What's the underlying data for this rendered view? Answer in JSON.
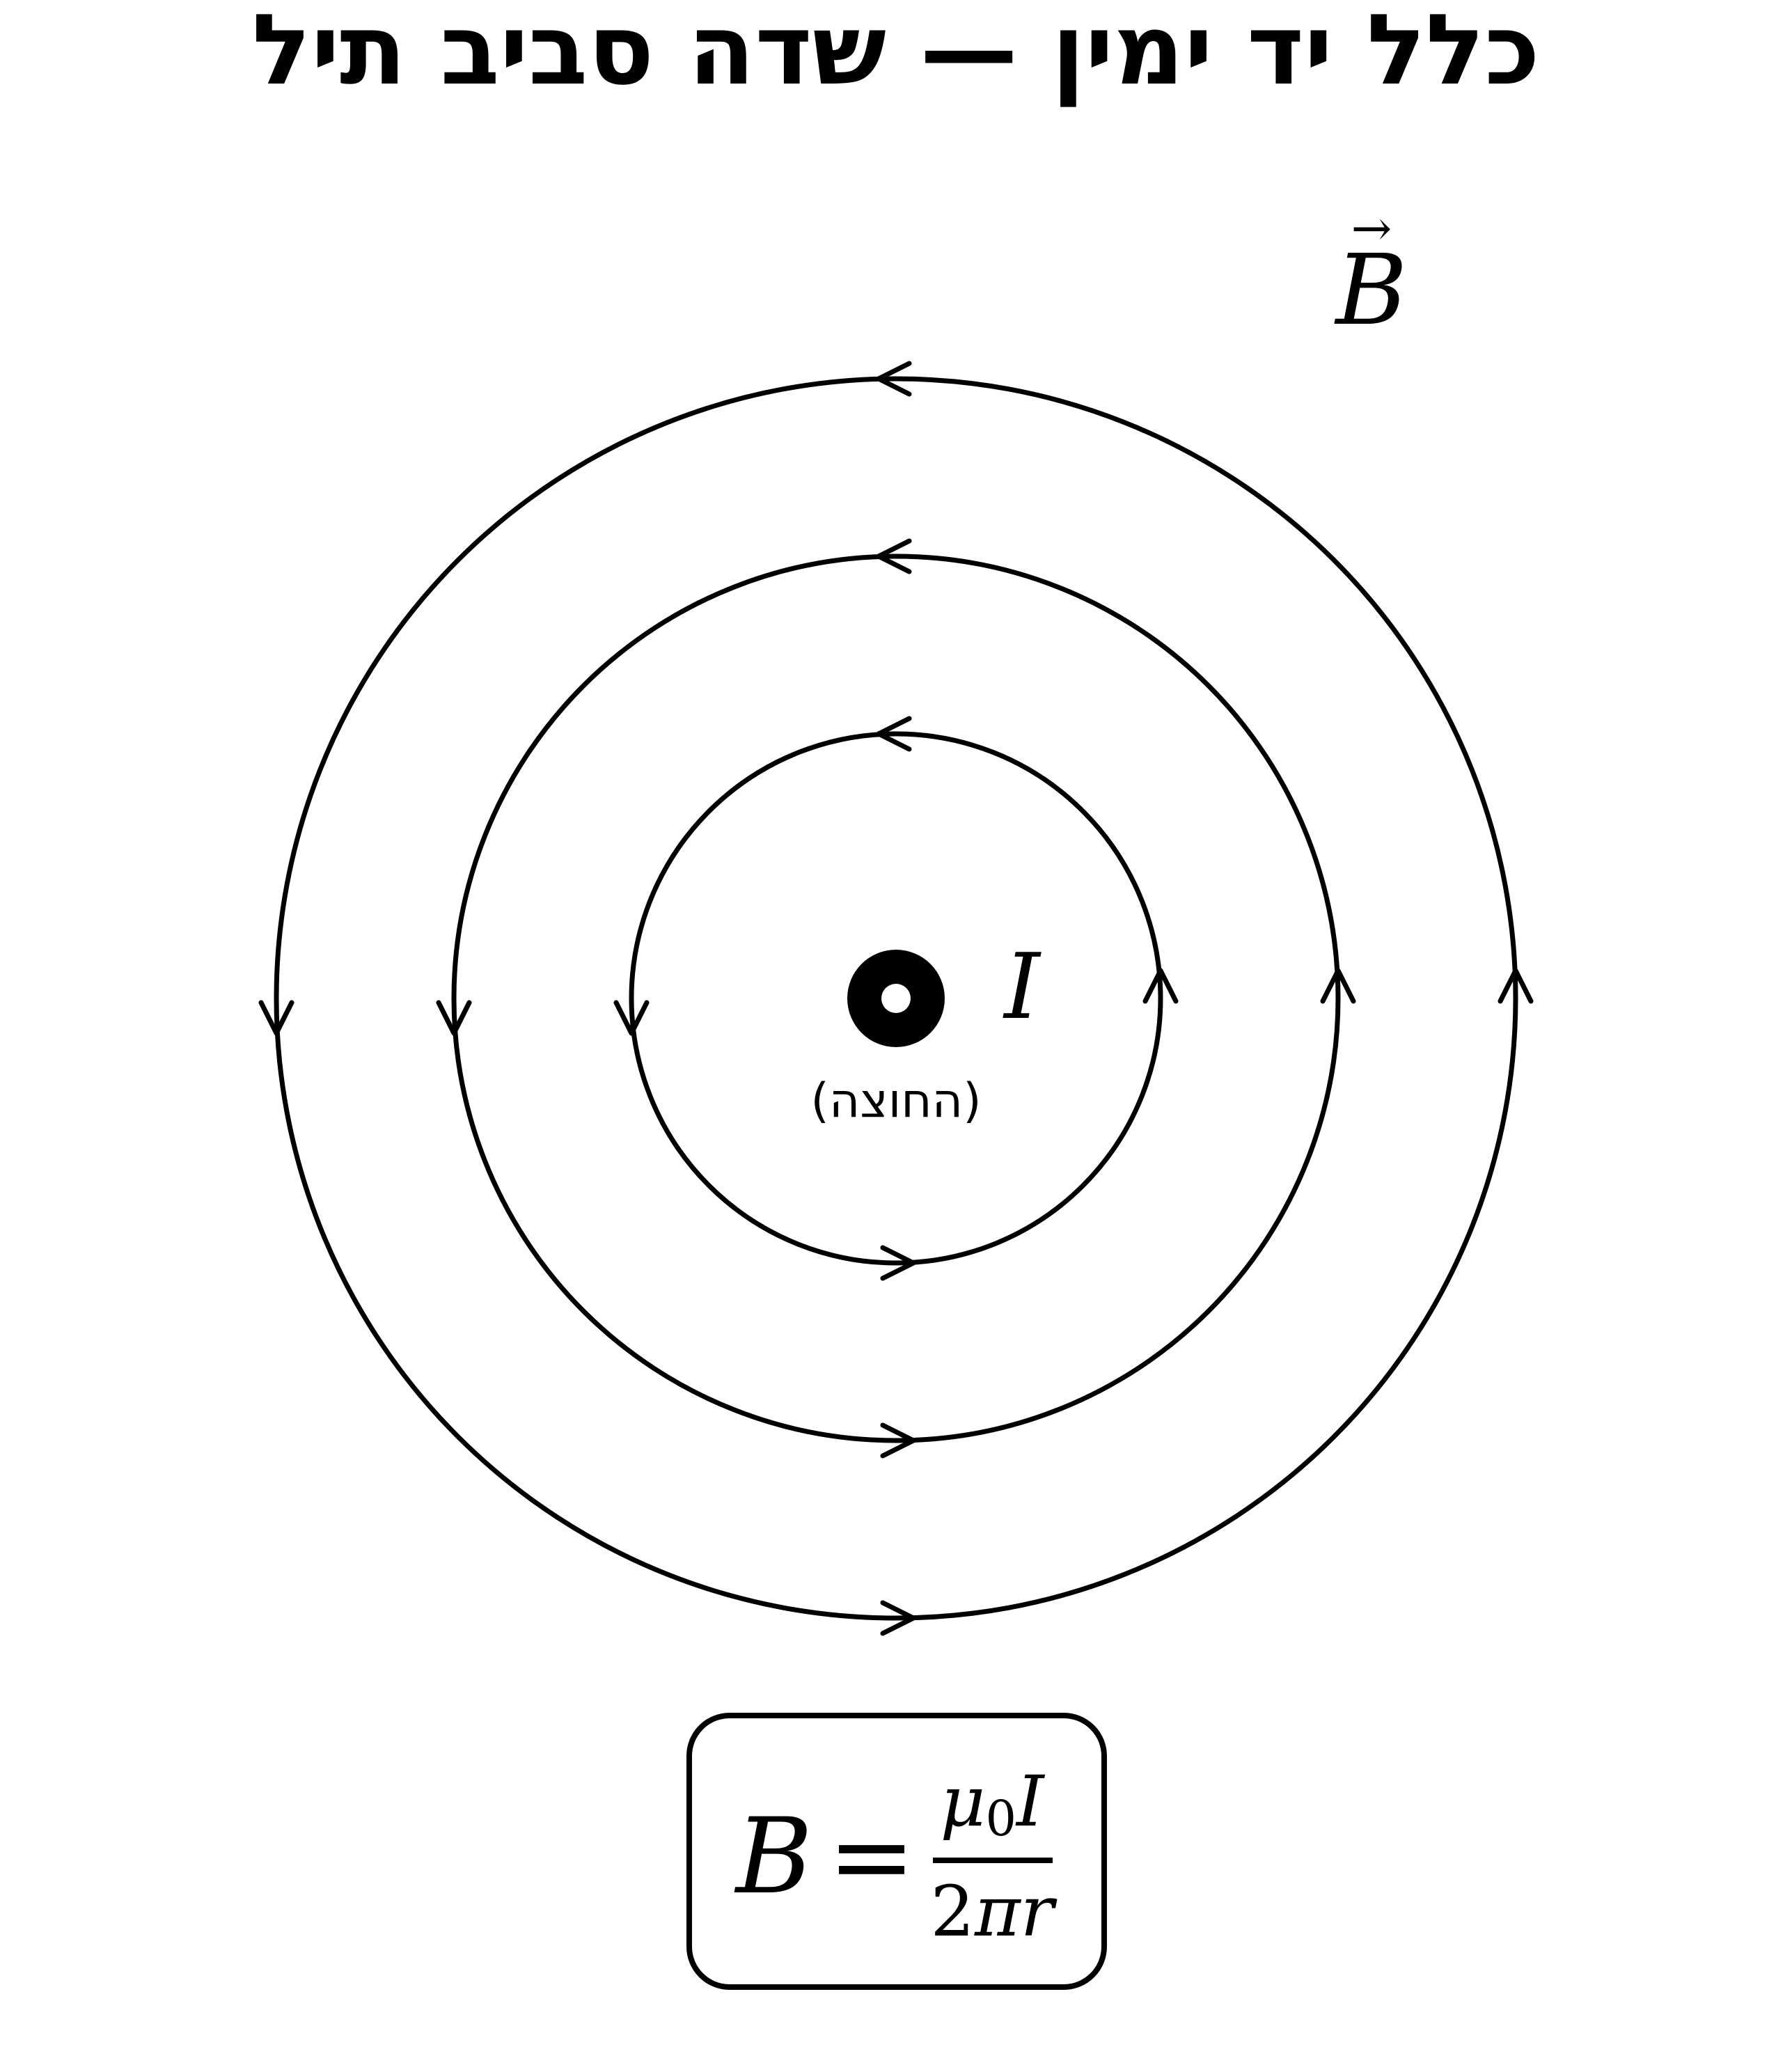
{
  "title": "כלל יד ימין — שדה סביב תיל",
  "wire": {
    "current_symbol": "I",
    "direction_label": "(החוצה)"
  },
  "field": {
    "symbol": "B",
    "vector_arrow": "→",
    "loop_count": 3,
    "circulation": "counterclockwise"
  },
  "formula": {
    "lhs": "B",
    "equals": "=",
    "numerator_mu": "μ",
    "numerator_sub": "0",
    "numerator_current": "I",
    "denominator_two": "2",
    "denominator_pi": "π",
    "denominator_r": "r"
  }
}
